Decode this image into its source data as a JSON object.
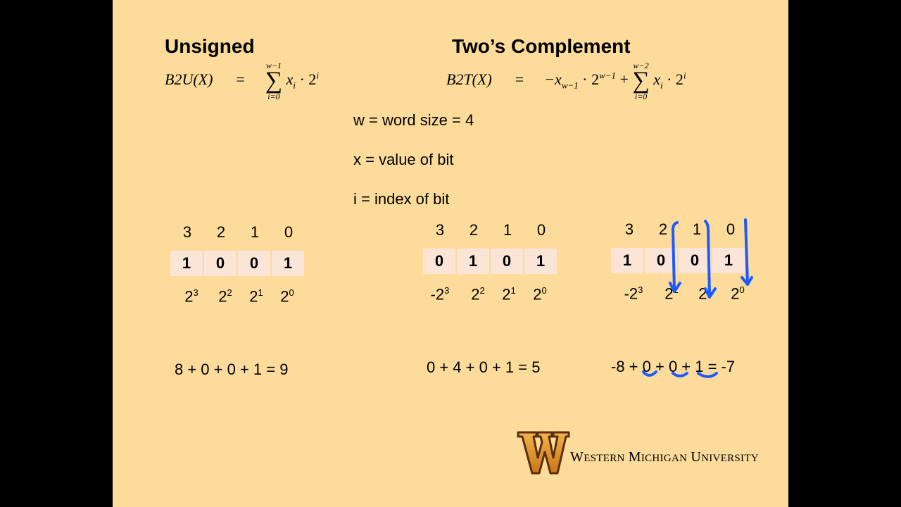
{
  "slide": {
    "unsigned": {
      "heading": "Unsigned",
      "formula_lhs": "B2U(X)",
      "formula_eq": "=",
      "sum_top": "w−1",
      "sum_bot": "i=0",
      "term": "x",
      "term_sub": "i",
      "term_rest": " · 2",
      "term_exp": "i"
    },
    "twos": {
      "heading": "Two’s Complement",
      "formula_lhs": "B2T(X)",
      "formula_eq": "=",
      "neg_term": "−x",
      "neg_sub": "w−1",
      "neg_rest": " · 2",
      "neg_exp": "w−1",
      "plus": "+",
      "sum_top": "w−2",
      "sum_bot": "i=0",
      "term": "x",
      "term_sub": "i",
      "term_rest": " · 2",
      "term_exp": "i"
    },
    "definitions": [
      "w = word size = 4",
      "x = value of bit",
      "i = index of bit"
    ],
    "example1": {
      "indices": [
        "3",
        "2",
        "1",
        "0"
      ],
      "bits": [
        "1",
        "0",
        "0",
        "1"
      ],
      "powers": [
        {
          "base": "2",
          "exp": "3"
        },
        {
          "base": "2",
          "exp": "2"
        },
        {
          "base": "2",
          "exp": "1"
        },
        {
          "base": "2",
          "exp": "0"
        }
      ],
      "sum": "8 + 0 + 0 + 1 = 9"
    },
    "example2": {
      "indices": [
        "3",
        "2",
        "1",
        "0"
      ],
      "bits": [
        "0",
        "1",
        "0",
        "1"
      ],
      "powers": [
        {
          "base": "-2",
          "exp": "3"
        },
        {
          "base": "2",
          "exp": "2"
        },
        {
          "base": "2",
          "exp": "1"
        },
        {
          "base": "2",
          "exp": "0"
        }
      ],
      "sum": "0 + 4 + 0 + 1 = 5"
    },
    "example3": {
      "indices": [
        "3",
        "2",
        "1",
        "0"
      ],
      "bits": [
        "1",
        "0",
        "0",
        "1"
      ],
      "powers": [
        {
          "base": "-2",
          "exp": "3"
        },
        {
          "base": "2",
          "exp": "2"
        },
        {
          "base": "2",
          "exp": "1"
        },
        {
          "base": "2",
          "exp": "0"
        }
      ],
      "sum": "-8 + 0 + 0 + 1 = -7"
    },
    "logo": {
      "letter": "W",
      "text_w": "W",
      "text_estern": "ESTERN",
      "text_m": "M",
      "text_ichigan": "ICHIGAN",
      "text_u": "U",
      "text_niversity": "NIVERSITY"
    }
  },
  "colors": {
    "background": "#FCDB9B",
    "bit_cell": "#FBE5D6",
    "annotation_ink": "#1E5BFF",
    "logo_gold": "#E39B2D",
    "logo_brown": "#5A2E0E"
  }
}
